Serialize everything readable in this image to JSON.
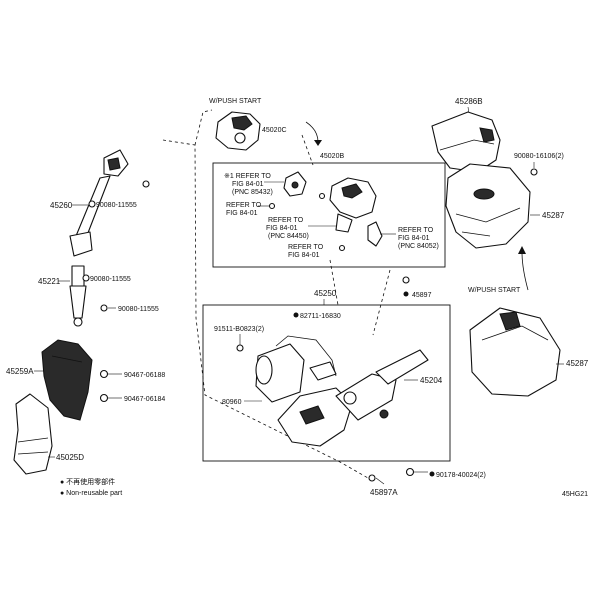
{
  "labels": {
    "push_start_top": "W/PUSH START",
    "push_start_right": "W/PUSH START",
    "p45020C": "45020C",
    "p45020B": "45020B",
    "p45286B": "45286B",
    "p90080_16106": "90080-16106(2)",
    "p45287_top": "45287",
    "p45287_bottom": "45287",
    "p45260": "45260",
    "p90080_11555_a": "90080-11555",
    "p45221": "45221",
    "p90080_11555_b": "90080-11555",
    "p90080_11555_c": "90080-11555",
    "p45259A": "45259A",
    "p90467_06188": "90467-06188",
    "p90467_06184": "90467-06184",
    "p45025D": "45025D",
    "p45250": "45250",
    "p82711_16830": "82711-16830",
    "p91511_B0823": "91511-B0823(2)",
    "p45897_top": "45897",
    "p45897A": "45897A",
    "p45204": "45204",
    "p90178_40024": "90178-40024(2)",
    "p80960": "80960",
    "ref1_line1": "※1 REFER TO",
    "ref1_line2": "FIG 84-01",
    "ref1_line3": "(PNC 85432)",
    "ref2_line1": "REFER TO",
    "ref2_line2": "FIG 84-01",
    "ref3_line1": "REFER TO",
    "ref3_line2": "FIG 84-01",
    "ref3_line3": "(PNC 84450)",
    "ref4_line1": "REFER TO",
    "ref4_line2": "FIG 84-01",
    "ref5_line1": "REFER TO",
    "ref5_line2": "FIG 84-01",
    "ref5_line3": "(PNC 84052)",
    "legend1": "● 不再使用零部件",
    "legend2": "● Non-reusable part",
    "fig_code": "45HG21"
  },
  "icons": [
    "connector-arrow-icon",
    "bolt-icon",
    "nut-icon",
    "screw-icon",
    "dot-bullet-icon"
  ]
}
